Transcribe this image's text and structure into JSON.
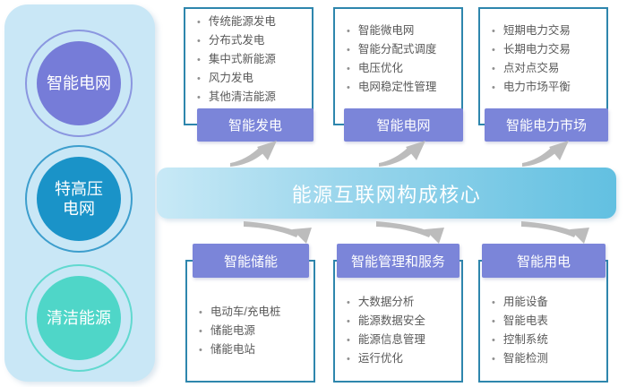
{
  "banner": {
    "text": "能源互联网构成核心"
  },
  "sidebar": {
    "circles": [
      {
        "name": "smart-grid",
        "lines": [
          "智能电网"
        ],
        "color": "#767cd8"
      },
      {
        "name": "uhv-grid",
        "lines": [
          "特高压",
          "电网"
        ],
        "color": "#1a93c8"
      },
      {
        "name": "clean-energy",
        "lines": [
          "清洁能源"
        ],
        "color": "#4fd6c8"
      }
    ]
  },
  "cards": [
    {
      "title": "智能发电",
      "items": [
        "传统能源发电",
        "分布式发电",
        "集中式新能源",
        "风力发电",
        "其他清洁能源"
      ]
    },
    {
      "title": "智能电网",
      "items": [
        "智能微电网",
        "智能分配式调度",
        "电压优化",
        "电网稳定性管理"
      ]
    },
    {
      "title": "智能电力市场",
      "items": [
        "短期电力交易",
        "长期电力交易",
        "点对点交易",
        "电力市场平衡"
      ]
    },
    {
      "title": "智能储能",
      "items": [
        "电动车/充电桩",
        "储能电源",
        "储能电站"
      ]
    },
    {
      "title": "智能管理和服务",
      "items": [
        "大数据分析",
        "能源数据安全",
        "能源信息管理",
        "运行优化"
      ]
    },
    {
      "title": "智能用电",
      "items": [
        "用能设备",
        "智能电表",
        "控制系统",
        "智能检测"
      ]
    }
  ],
  "colors": {
    "sidebar_bg": "#c9e7f6",
    "circle_purple": "#767cd8",
    "circle_blue": "#1a93c8",
    "circle_teal": "#4fd6c8",
    "tab_bg": "#7b85d9",
    "card_border": "#2e86ad",
    "banner_gradient_from": "#c8e9f6",
    "banner_gradient_to": "#62c0e1",
    "arrow_gray": "#bcbcbc",
    "list_text": "#595959"
  }
}
